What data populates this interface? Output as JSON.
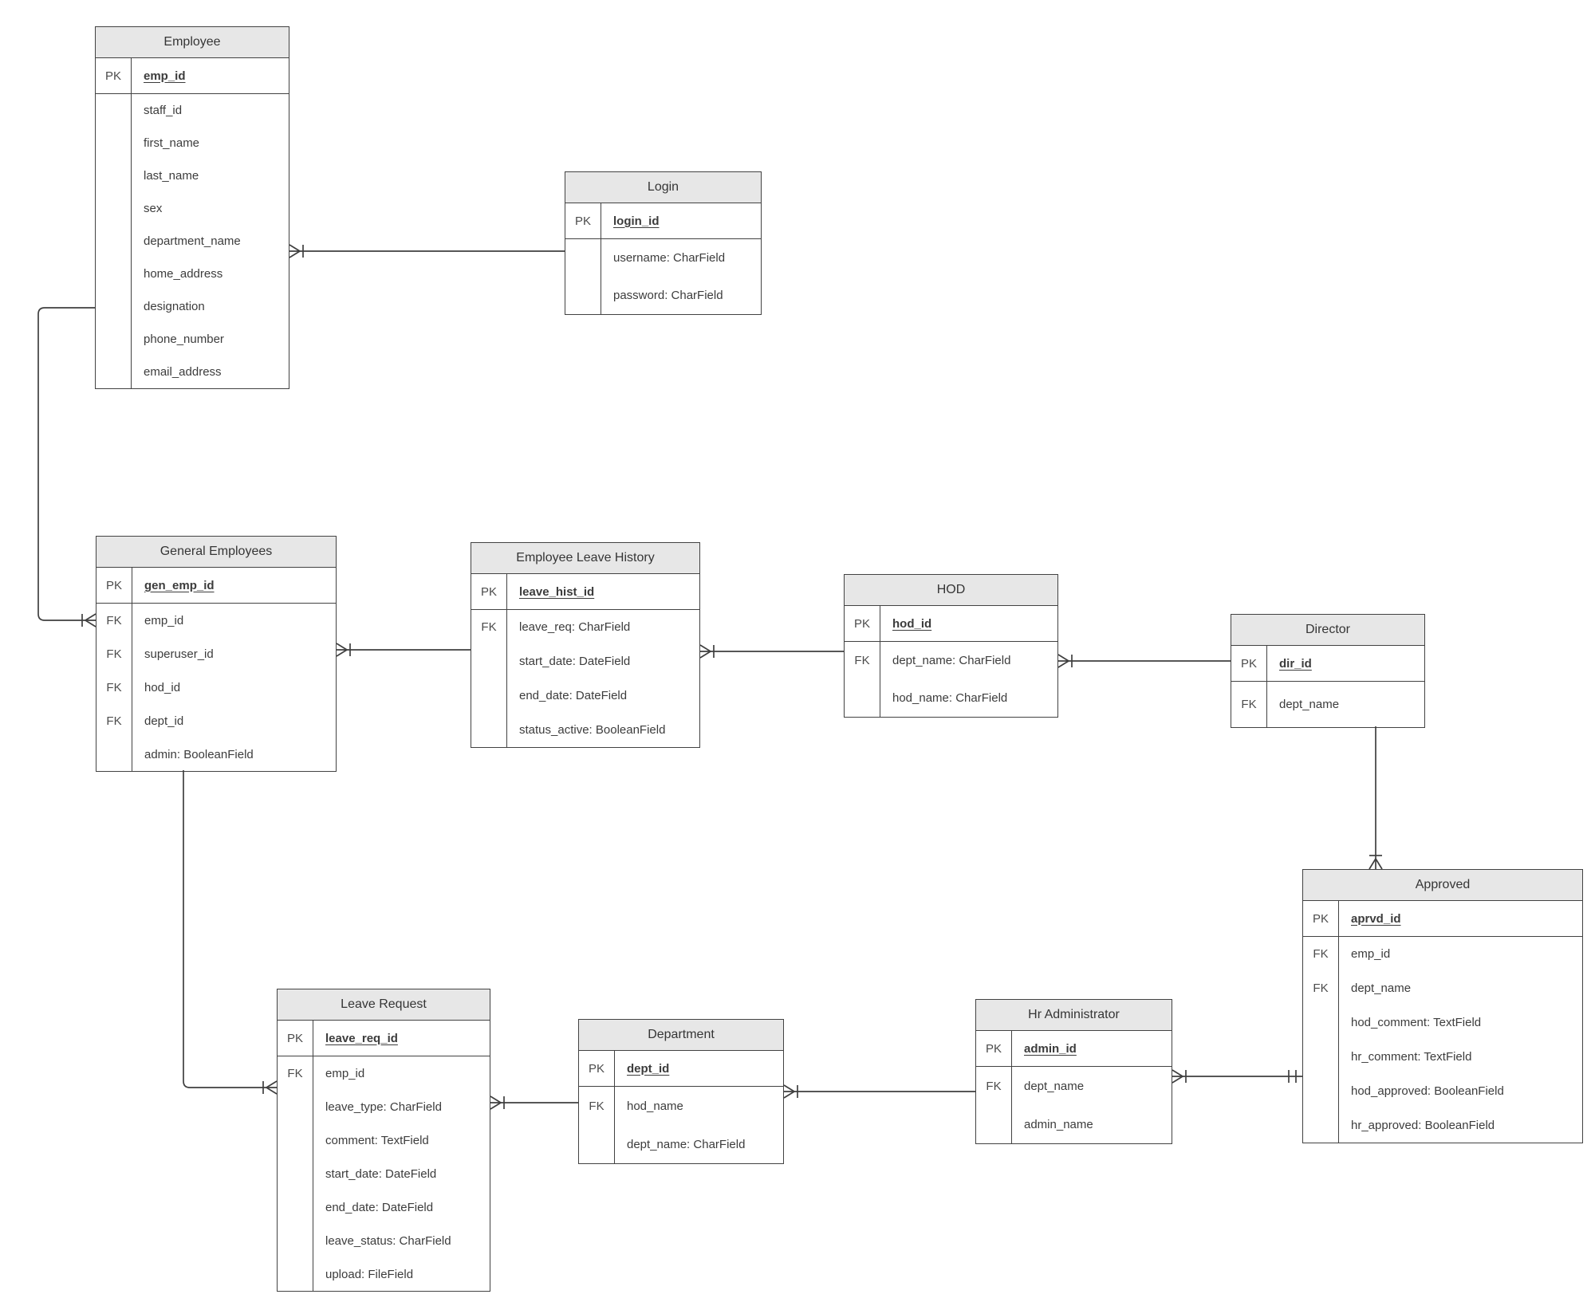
{
  "colors": {
    "header_fill": "#e7e7e7",
    "line": "#3f3f3f",
    "background": "#ffffff"
  },
  "entities": {
    "employee": {
      "title": "Employee",
      "pk": {
        "key": "PK",
        "label": "emp_id"
      },
      "attributes": [
        {
          "key": "",
          "label": "staff_id"
        },
        {
          "key": "",
          "label": "first_name"
        },
        {
          "key": "",
          "label": "last_name"
        },
        {
          "key": "",
          "label": "sex"
        },
        {
          "key": "",
          "label": "department_name"
        },
        {
          "key": "",
          "label": "home_address"
        },
        {
          "key": "",
          "label": "designation"
        },
        {
          "key": "",
          "label": "phone_number"
        },
        {
          "key": "",
          "label": "email_address"
        }
      ]
    },
    "login": {
      "title": "Login",
      "pk": {
        "key": "PK",
        "label": "login_id"
      },
      "attributes": [
        {
          "key": "",
          "label": "username: CharField"
        },
        {
          "key": "",
          "label": "password: CharField"
        }
      ]
    },
    "general_employees": {
      "title": "General Employees",
      "pk": {
        "key": "PK",
        "label": "gen_emp_id"
      },
      "attributes": [
        {
          "key": "FK",
          "label": "emp_id"
        },
        {
          "key": "FK",
          "label": "superuser_id"
        },
        {
          "key": "FK",
          "label": "hod_id"
        },
        {
          "key": "FK",
          "label": "dept_id"
        },
        {
          "key": "",
          "label": "admin: BooleanField"
        }
      ]
    },
    "employee_leave_history": {
      "title": "Employee Leave History",
      "pk": {
        "key": "PK",
        "label": "leave_hist_id"
      },
      "attributes": [
        {
          "key": "FK",
          "label": "leave_req: CharField"
        },
        {
          "key": "",
          "label": "start_date: DateField"
        },
        {
          "key": "",
          "label": "end_date: DateField"
        },
        {
          "key": "",
          "label": "status_active: BooleanField"
        }
      ]
    },
    "hod": {
      "title": "HOD",
      "pk": {
        "key": "PK",
        "label": "hod_id"
      },
      "attributes": [
        {
          "key": "FK",
          "label": "dept_name: CharField"
        },
        {
          "key": "",
          "label": "hod_name: CharField"
        }
      ]
    },
    "director": {
      "title": "Director",
      "pk": {
        "key": "PK",
        "label": "dir_id"
      },
      "attributes": [
        {
          "key": "FK",
          "label": "dept_name"
        }
      ]
    },
    "approved": {
      "title": "Approved",
      "pk": {
        "key": "PK",
        "label": "aprvd_id"
      },
      "attributes": [
        {
          "key": "FK",
          "label": "emp_id"
        },
        {
          "key": "FK",
          "label": "dept_name"
        },
        {
          "key": "",
          "label": "hod_comment: TextField"
        },
        {
          "key": "",
          "label": "hr_comment: TextField"
        },
        {
          "key": "",
          "label": "hod_approved: BooleanField"
        },
        {
          "key": "",
          "label": "hr_approved: BooleanField"
        }
      ]
    },
    "leave_request": {
      "title": "Leave Request",
      "pk": {
        "key": "PK",
        "label": "leave_req_id"
      },
      "attributes": [
        {
          "key": "FK",
          "label": "emp_id"
        },
        {
          "key": "",
          "label": "leave_type: CharField"
        },
        {
          "key": "",
          "label": "comment: TextField"
        },
        {
          "key": "",
          "label": "start_date: DateField"
        },
        {
          "key": "",
          "label": "end_date: DateField"
        },
        {
          "key": "",
          "label": "leave_status: CharField"
        },
        {
          "key": "",
          "label": "upload: FileField"
        }
      ]
    },
    "department": {
      "title": "Department",
      "pk": {
        "key": "PK",
        "label": "dept_id"
      },
      "attributes": [
        {
          "key": "FK",
          "label": "hod_name"
        },
        {
          "key": "",
          "label": "dept_name: CharField"
        }
      ]
    },
    "hr_administrator": {
      "title": "Hr Administrator",
      "pk": {
        "key": "PK",
        "label": "admin_id"
      },
      "attributes": [
        {
          "key": "FK",
          "label": "dept_name"
        },
        {
          "key": "",
          "label": "admin_name"
        }
      ]
    }
  },
  "relationships": [
    {
      "between": [
        "Employee",
        "Login"
      ],
      "crowfoot_side": "Employee",
      "notation": "one-or-many"
    },
    {
      "between": [
        "Employee",
        "General Employees"
      ],
      "crowfoot_side": "General Employees",
      "notation": "one-or-many"
    },
    {
      "between": [
        "General Employees",
        "Employee Leave History"
      ],
      "crowfoot_side": "General Employees",
      "notation": "one-or-many"
    },
    {
      "between": [
        "Employee Leave History",
        "HOD"
      ],
      "crowfoot_side": "Employee Leave History",
      "notation": "one-or-many"
    },
    {
      "between": [
        "HOD",
        "Director"
      ],
      "crowfoot_side": "HOD",
      "notation": "one-or-many"
    },
    {
      "between": [
        "Director",
        "Approved"
      ],
      "crowfoot_side": "Approved",
      "notation": "one-or-many"
    },
    {
      "between": [
        "General Employees",
        "Leave Request"
      ],
      "crowfoot_side": "Leave Request",
      "notation": "one-or-many"
    },
    {
      "between": [
        "Leave Request",
        "Department"
      ],
      "crowfoot_side": "Leave Request",
      "notation": "one-or-many"
    },
    {
      "between": [
        "Department",
        "Hr Administrator"
      ],
      "crowfoot_side": "Department",
      "notation": "one-or-many"
    },
    {
      "between": [
        "Hr Administrator",
        "Approved"
      ],
      "crowfoot_side": "Hr Administrator",
      "notation": "many-to-one-and-only-one"
    }
  ]
}
